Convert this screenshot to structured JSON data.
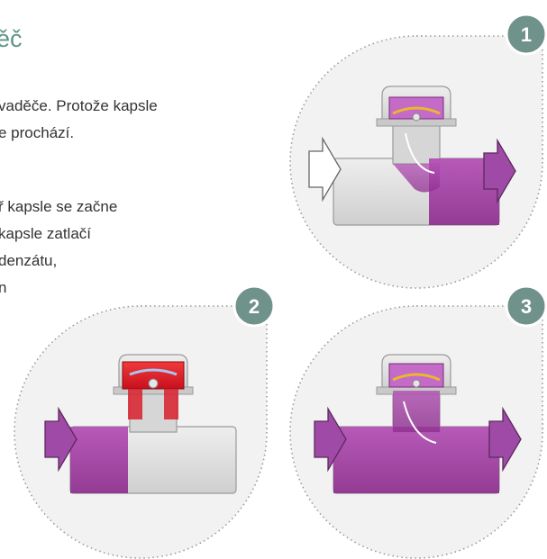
{
  "title": "ěč",
  "paragraph_1": [
    "vaděče. Protože kapsle",
    "e prochází."
  ],
  "paragraph_2": [
    "ř kapsle se začne",
    "kapsle zatlačí",
    "denzátu,",
    "n"
  ],
  "steps": [
    {
      "number": "1",
      "inlet_arrow": "outline",
      "outlet_arrow": "filled",
      "capsule": "open",
      "body_fill": "partial"
    },
    {
      "number": "2",
      "inlet_arrow": "filled",
      "outlet_arrow": "none",
      "capsule": "closed-hot",
      "body_fill": "inlet-only"
    },
    {
      "number": "3",
      "inlet_arrow": "filled",
      "outlet_arrow": "filled",
      "capsule": "open",
      "body_fill": "full"
    }
  ],
  "colors": {
    "title": "#5f9489",
    "text": "#333333",
    "badge": "#6f928b",
    "condensate": "#9b3a9b",
    "arrow_fill": "#a04aa8",
    "hot_capsule": "#e0192a",
    "valve_body": "#d9d9d9",
    "circle_bg": "#f2f2f2"
  }
}
